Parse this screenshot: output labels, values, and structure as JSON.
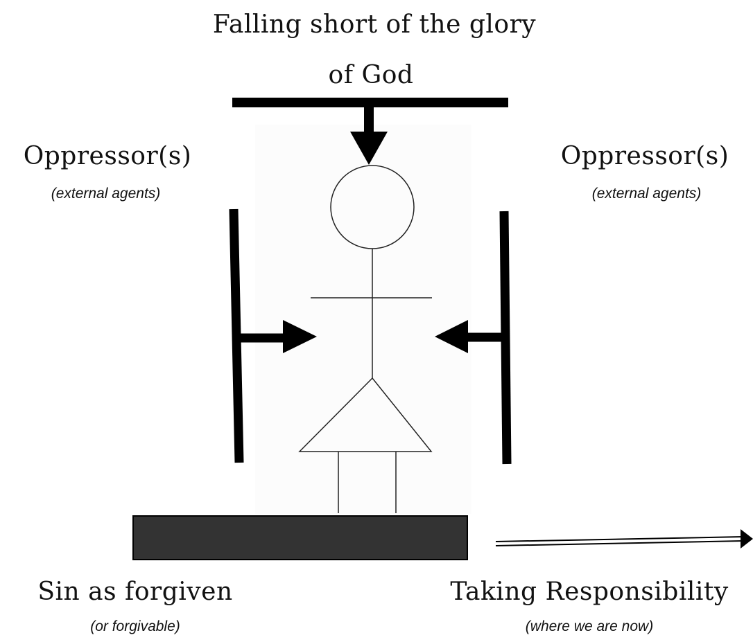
{
  "top": {
    "line1": "Falling short of the glory",
    "line2": "of God"
  },
  "left": {
    "title": "Oppressor(s)",
    "subtitle": "(external agents)"
  },
  "right": {
    "title": "Oppressor(s)",
    "subtitle": "(external agents)"
  },
  "bottom_left": {
    "title": "Sin as forgiven",
    "subtitle": "(or forgivable)"
  },
  "bottom_right": {
    "title": "Taking Responsibility",
    "subtitle": "(where we are now)"
  },
  "colors": {
    "ink": "#000000",
    "platform": "#333333",
    "figure_background": "#fcfcfc"
  }
}
